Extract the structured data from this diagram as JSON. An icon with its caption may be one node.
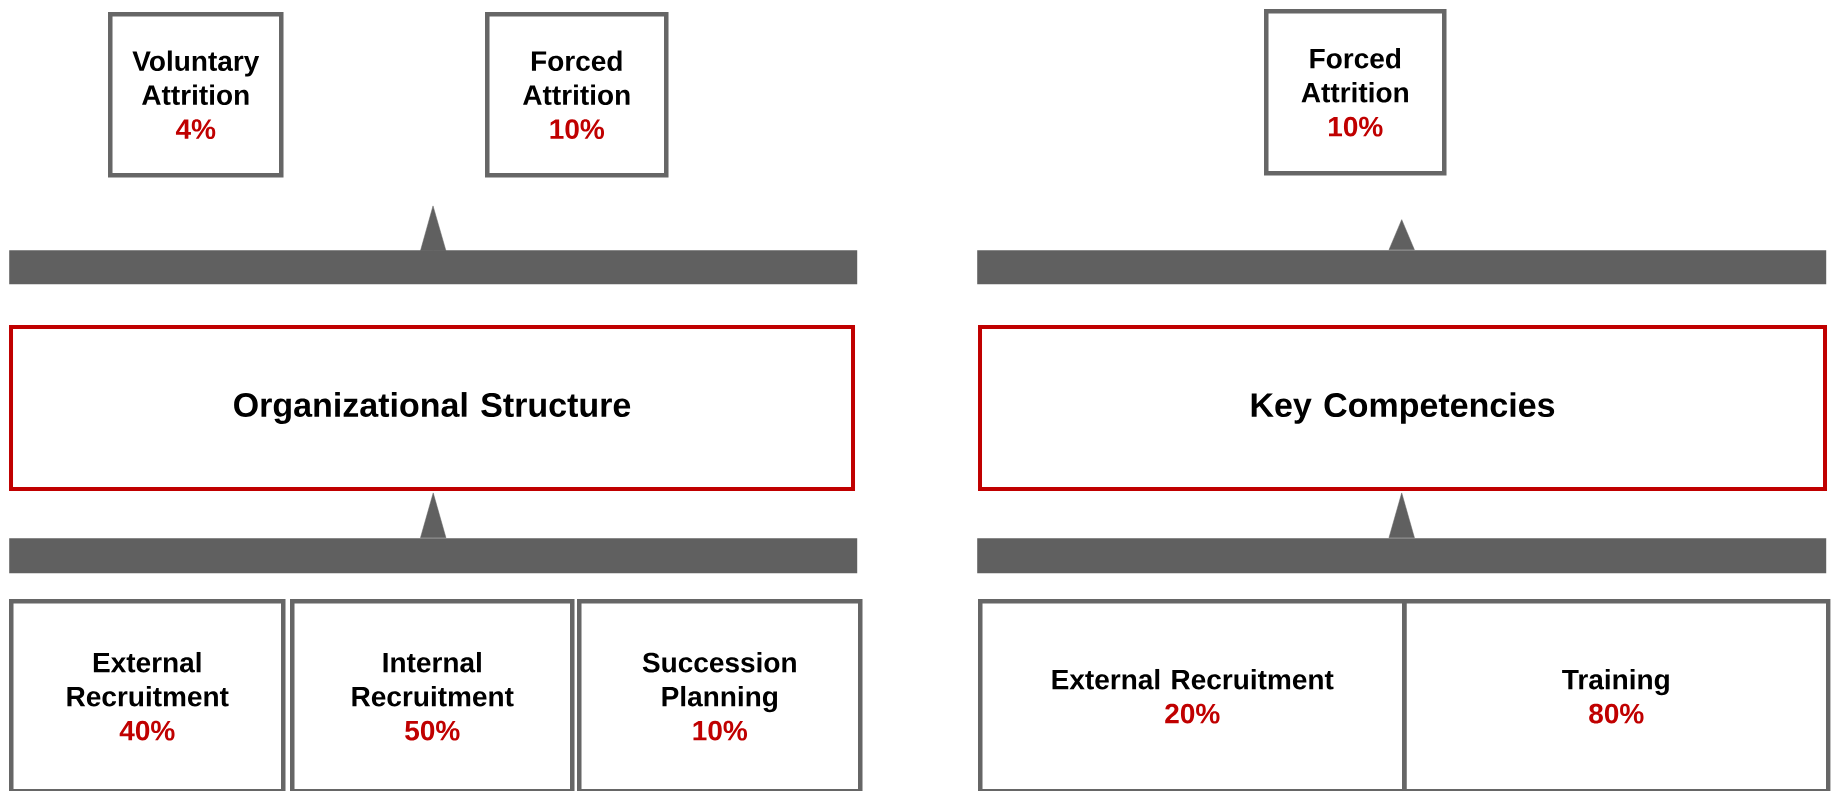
{
  "diagram": {
    "nodes": [
      {
        "text": [
          "Voluntary Attrition",
          "4%"
        ]
      },
      {
        "text": [
          "Forced Attrition",
          "10%"
        ]
      },
      {
        "text": [],
        "shape": "bar"
      },
      {
        "text": [
          "Organizational Structure"
        ]
      },
      {
        "text": [],
        "shape": "bar"
      },
      {
        "text": [
          "External Recruitment",
          "40%"
        ]
      },
      {
        "text": [
          "Internal Recruitment",
          "50%"
        ]
      },
      {
        "text": [
          "Succession Planning",
          "10%"
        ]
      },
      {
        "text": [
          "Forced Attrition",
          "10%"
        ]
      },
      {
        "text": [],
        "shape": "bar"
      },
      {
        "text": [
          "Key Competencies"
        ]
      },
      {
        "text": [],
        "shape": "bar"
      },
      {
        "text": [
          "External Recruitment",
          "20%"
        ]
      },
      {
        "text": [
          "Training",
          "80%"
        ]
      }
    ],
    "edges": [
      {
        "from": 2,
        "to": null,
        "arrow": "to"
      },
      {
        "from": 4,
        "to": 3,
        "arrow": "to"
      },
      {
        "from": 9,
        "to": 8,
        "arrow": "to"
      },
      {
        "from": 11,
        "to": 10,
        "arrow": "to"
      }
    ]
  }
}
